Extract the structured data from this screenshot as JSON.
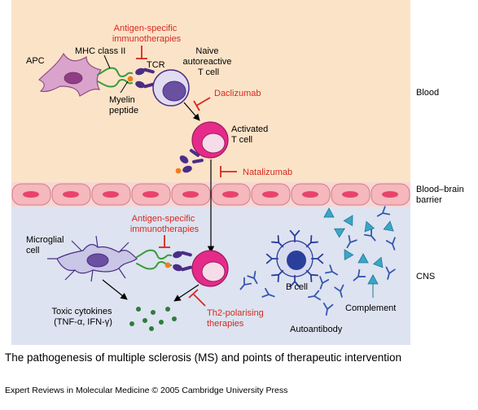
{
  "figure": {
    "regions": [
      {
        "key": "blood",
        "label": "Blood"
      },
      {
        "key": "bbb",
        "label": [
          "Blood–brain",
          "barrier"
        ]
      },
      {
        "key": "cns",
        "label": "CNS"
      }
    ],
    "labels": {
      "apc": "APC",
      "mhc": "MHC class II",
      "tcr": "TCR",
      "myelin": [
        "Myelin",
        "peptide"
      ],
      "naive": [
        "Naive",
        "autoreactive",
        "T cell"
      ],
      "activated": [
        "Activated",
        "T cell"
      ],
      "microglial": [
        "Microglial",
        "cell"
      ],
      "bcell": "B cell",
      "complement": "Complement",
      "autoantibody": "Autoantibody",
      "cytokines": [
        "Toxic cytokines",
        "(TNF-α, IFN-γ)"
      ]
    },
    "therapies": {
      "antigen_top": [
        "Antigen-specific",
        "immunotherapies"
      ],
      "daclizumab": "Daclizumab",
      "natalizumab": "Natalizumab",
      "antigen_cns": [
        "Antigen-specific",
        "immunotherapies"
      ],
      "th2": [
        "Th2-polarising",
        "therapies"
      ]
    },
    "colors": {
      "blood_bg": "#fbe3c8",
      "cns_bg": "#dde3f0",
      "endothelial": "#f4b8bd",
      "nucleus": "#e8446a",
      "naive_tcell": "#e2dcf0",
      "activated_tcell": "#e62a8a",
      "apc": "#d9a3cc",
      "receptor": "#4b2d86",
      "peptide": "#ef7f1a",
      "mhc": "#3c9a3c",
      "bcell": "#2a3f9c",
      "complement": "#3aa6c8",
      "cytokine": "#2e7d3a",
      "therapy_red": "#d42a20"
    }
  },
  "caption": "The pathogenesis of multiple sclerosis (MS) and points of therapeutic intervention",
  "credit": "Expert Reviews in Molecular Medicine © 2005 Cambridge University Press"
}
